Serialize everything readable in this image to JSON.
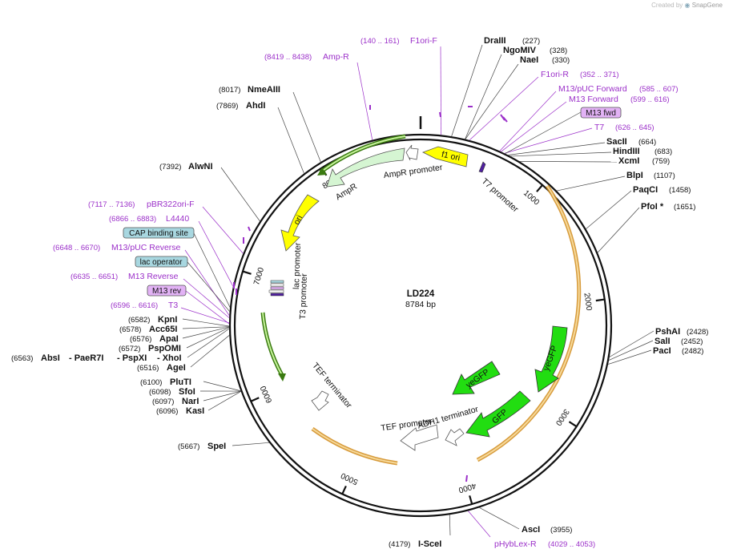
{
  "credit": {
    "prefix": "Created by",
    "brand": "SnapGene"
  },
  "plasmid": {
    "name": "LD224",
    "length_label": "8784 bp",
    "length": 8784
  },
  "colors": {
    "yellow": "#ffff00",
    "light_green": "#cfeecf",
    "bright_green": "#22dd11",
    "orange_trace": "#f2c47a",
    "primer": "#9b2fc9",
    "lac_box": "#a8d7e0",
    "primer_box": "#e2b2f5"
  },
  "ticks": [
    {
      "pos": 1000,
      "label": "1000"
    },
    {
      "pos": 2000,
      "label": "2000"
    },
    {
      "pos": 3000,
      "label": "3000"
    },
    {
      "pos": 4000,
      "label": "4000"
    },
    {
      "pos": 5000,
      "label": "5000"
    },
    {
      "pos": 6000,
      "label": "6000"
    },
    {
      "pos": 7000,
      "label": "7000"
    },
    {
      "pos": 8000,
      "label": "8000"
    }
  ],
  "enzymes_right": [
    {
      "name": "DraIII",
      "pos": "(227)",
      "site": 227
    },
    {
      "name": "NgoMIV",
      "pos": "(328)",
      "site": 328
    },
    {
      "name": "NaeI",
      "pos": "(330)",
      "site": 330
    },
    {
      "name": "SacII",
      "pos": "(664)",
      "site": 664
    },
    {
      "name": "HindIII",
      "pos": "(683)",
      "site": 683
    },
    {
      "name": "XcmI",
      "pos": "(759)",
      "site": 759
    },
    {
      "name": "BlpI",
      "pos": "(1107)",
      "site": 1107
    },
    {
      "name": "PaqCI",
      "pos": "(1458)",
      "site": 1458
    },
    {
      "name": "PfoI *",
      "pos": "(1651)",
      "site": 1651
    },
    {
      "name": "PshAI",
      "pos": "(2428)",
      "site": 2428
    },
    {
      "name": "SalI",
      "pos": "(2452)",
      "site": 2452
    },
    {
      "name": "PacI",
      "pos": "(2482)",
      "site": 2482
    },
    {
      "name": "AscI",
      "pos": "(3955)",
      "site": 3955
    }
  ],
  "enzymes_left": [
    {
      "name": "NmeAIII",
      "pos": "(8017)",
      "site": 8017
    },
    {
      "name": "AhdI",
      "pos": "(7869)",
      "site": 7869
    },
    {
      "name": "AlwNI",
      "pos": "(7392)",
      "site": 7392
    },
    {
      "name": "KpnI",
      "pos": "(6582)",
      "site": 6582
    },
    {
      "name": "Acc65I",
      "pos": "(6578)",
      "site": 6578
    },
    {
      "name": "ApaI",
      "pos": "(6576)",
      "site": 6576
    },
    {
      "name": "PspOMI",
      "pos": "(6572)",
      "site": 6572
    },
    {
      "name": "AgeI",
      "pos": "(6516)",
      "site": 6516
    },
    {
      "name": "PluTI",
      "pos": "(6100)",
      "site": 6100
    },
    {
      "name": "SfoI",
      "pos": "(6098)",
      "site": 6098
    },
    {
      "name": "NarI",
      "pos": "(6097)",
      "site": 6097
    },
    {
      "name": "KasI",
      "pos": "(6096)",
      "site": 6096
    },
    {
      "name": "SpeI",
      "pos": "(5667)",
      "site": 5667
    },
    {
      "name": "I-SceI",
      "pos": "(4179)",
      "site": 4179
    }
  ],
  "multi_enzyme": {
    "pos": "(6563)",
    "parts": [
      "AbsI",
      "- PaeR7I",
      "- PspXI",
      "- XhoI"
    ],
    "site": 6563
  },
  "primers": [
    {
      "name": "F1ori-F",
      "range": "(140 .. 161)",
      "site": 150
    },
    {
      "name": "Amp-R",
      "range": "(8419 .. 8438)",
      "site": 8428
    },
    {
      "name": "F1ori-R",
      "range": "(352 .. 371)",
      "site": 361
    },
    {
      "name": "M13/pUC Forward",
      "range": "(585 .. 607)",
      "site": 596
    },
    {
      "name": "M13 Forward",
      "range": "(599 .. 616)",
      "site": 607
    },
    {
      "name": "T7",
      "range": "(626 .. 645)",
      "site": 635
    },
    {
      "name": "pBR322ori-F",
      "range": "(7117 .. 7136)",
      "site": 7126
    },
    {
      "name": "L4440",
      "range": "(6866 .. 6883)",
      "site": 6874
    },
    {
      "name": "M13/pUC Reverse",
      "range": "(6648 .. 6670)",
      "site": 6659
    },
    {
      "name": "M13 Reverse",
      "range": "(6635 .. 6651)",
      "site": 6643
    },
    {
      "name": "T3",
      "range": "(6596 .. 6616)",
      "site": 6606
    },
    {
      "name": "pHybLex-R",
      "range": "(4029 .. 4053)",
      "site": 4041
    }
  ],
  "boxed_features": [
    {
      "name": "M13 fwd",
      "kind": "primer"
    },
    {
      "name": "CAP binding site",
      "kind": "lac"
    },
    {
      "name": "lac operator",
      "kind": "lac"
    },
    {
      "name": "M13 rev",
      "kind": "primer"
    }
  ],
  "features": {
    "f1_ori": "f1 ori",
    "ampr_promoter": "AmpR promoter",
    "ampr": "AmpR",
    "ori": "ori",
    "t7_promoter": "T7 promoter",
    "lac_promoter": "lac promoter",
    "t3_promoter": "T3 promoter",
    "tef_terminator": "TEF terminator",
    "tef_promoter": "TEF promoter",
    "adh1_terminator": "ADH1 terminator",
    "yegfp_a": "yeGFP",
    "yegfp_b": "yeGFP",
    "gfp": "GFP"
  },
  "icons": {
    "logo": "snapgene-logo-icon"
  }
}
